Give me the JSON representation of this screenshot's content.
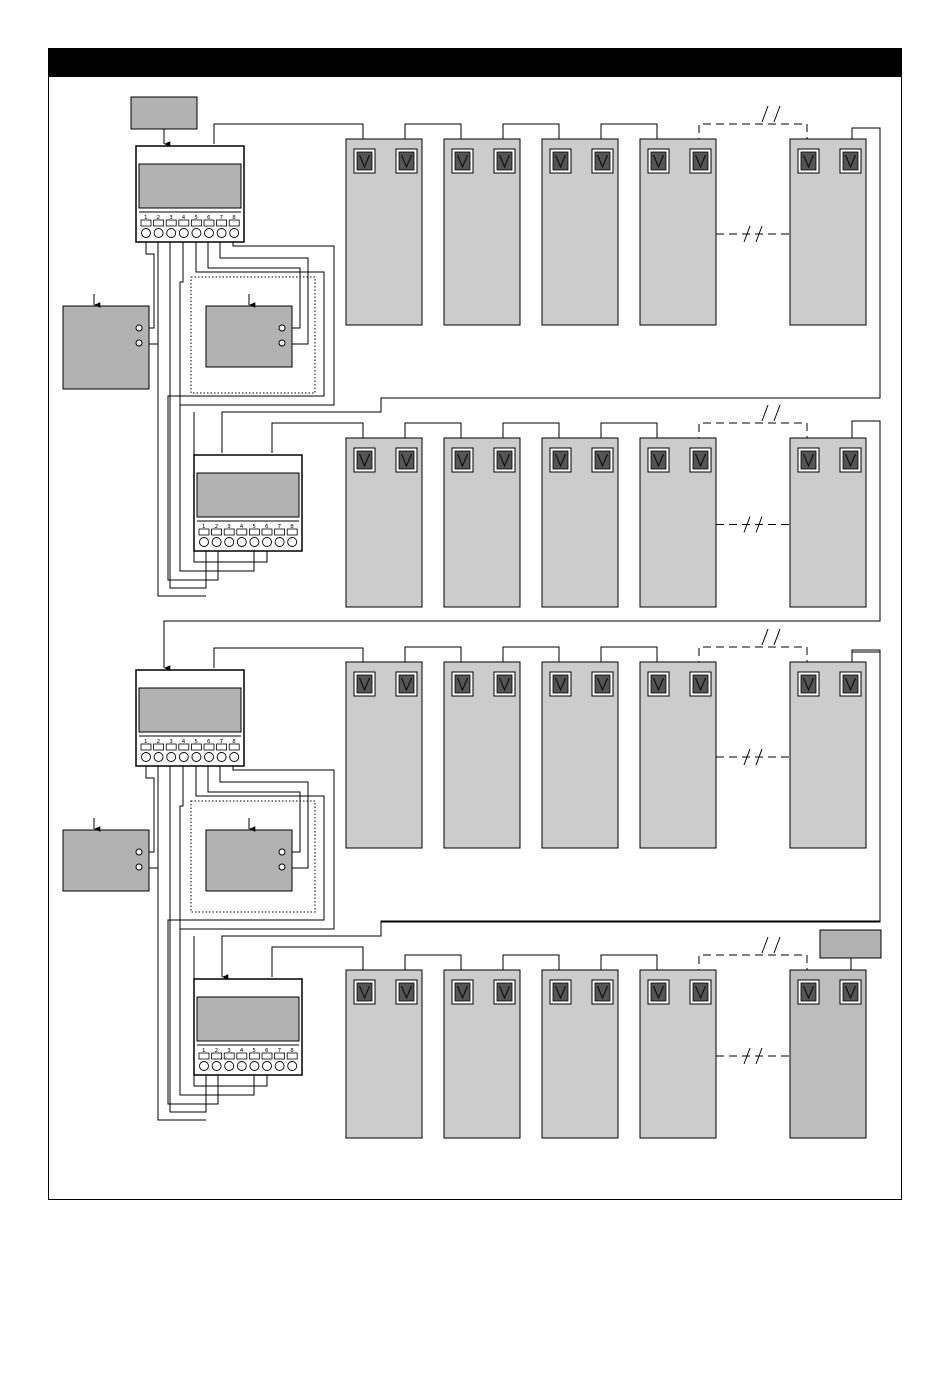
{
  "header": {
    "title": ""
  },
  "colors": {
    "panel_fill": "#cccccc",
    "box_fill": "#b2b2b2",
    "screen_fill": "#c4c4c4",
    "socket_dark": "#555555",
    "line": "#000000",
    "header_bar": "#000000"
  },
  "terminal_numbers": [
    "1",
    "2",
    "3",
    "4",
    "5",
    "6",
    "7",
    "8"
  ],
  "connector_glyph": "V",
  "icons": {
    "connector_port": "v-port-icon",
    "arrow_down": "arrow-down-icon",
    "break_mark": "double-slash-break-icon"
  }
}
